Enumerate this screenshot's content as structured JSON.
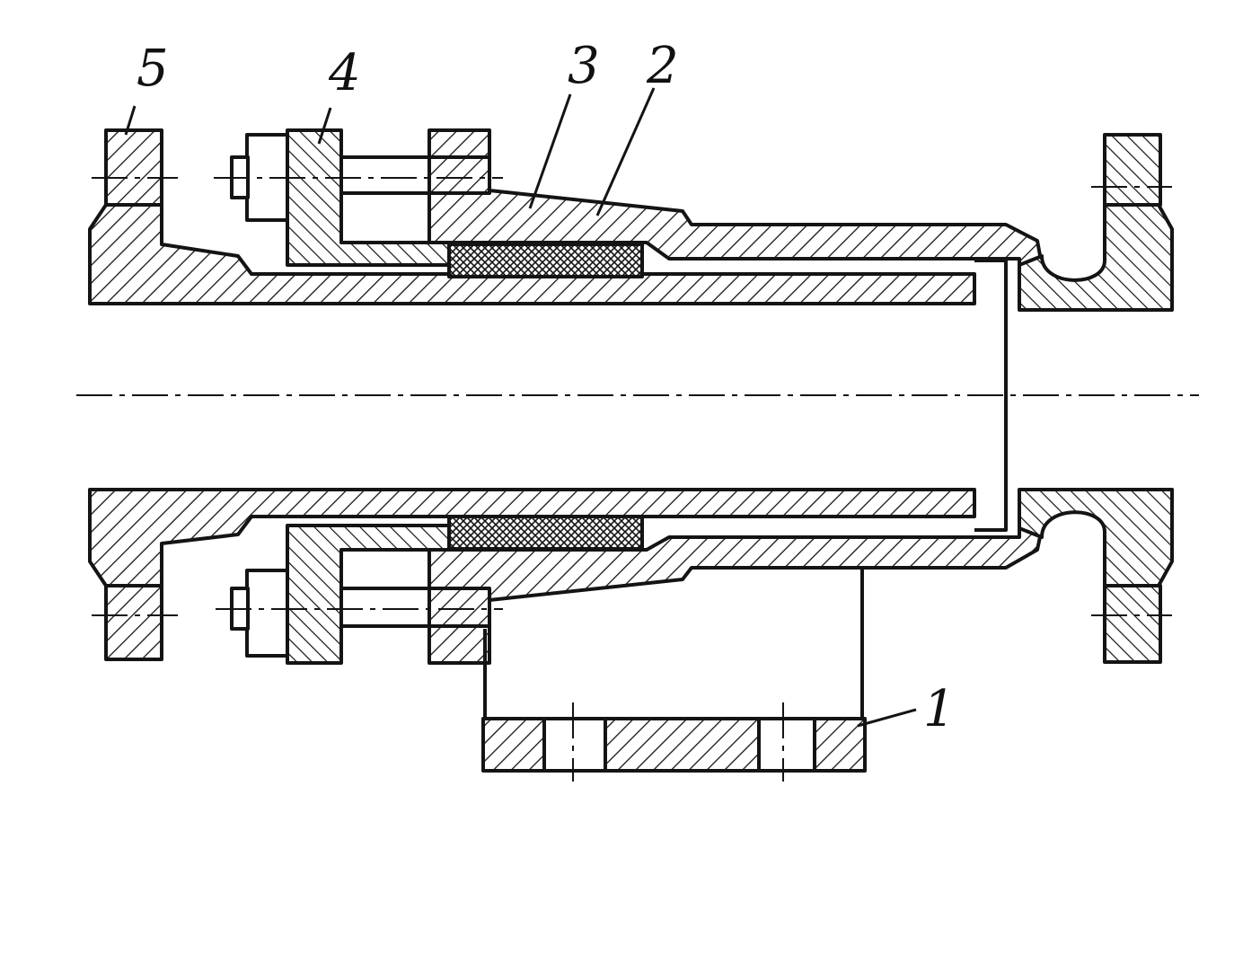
{
  "colors": {
    "ink": "#141414",
    "paper": "#ffffff",
    "packing": "#ffffff"
  },
  "labels": {
    "part_1": "1",
    "part_2": "2",
    "part_3": "3",
    "part_4": "4",
    "part_5": "5"
  }
}
